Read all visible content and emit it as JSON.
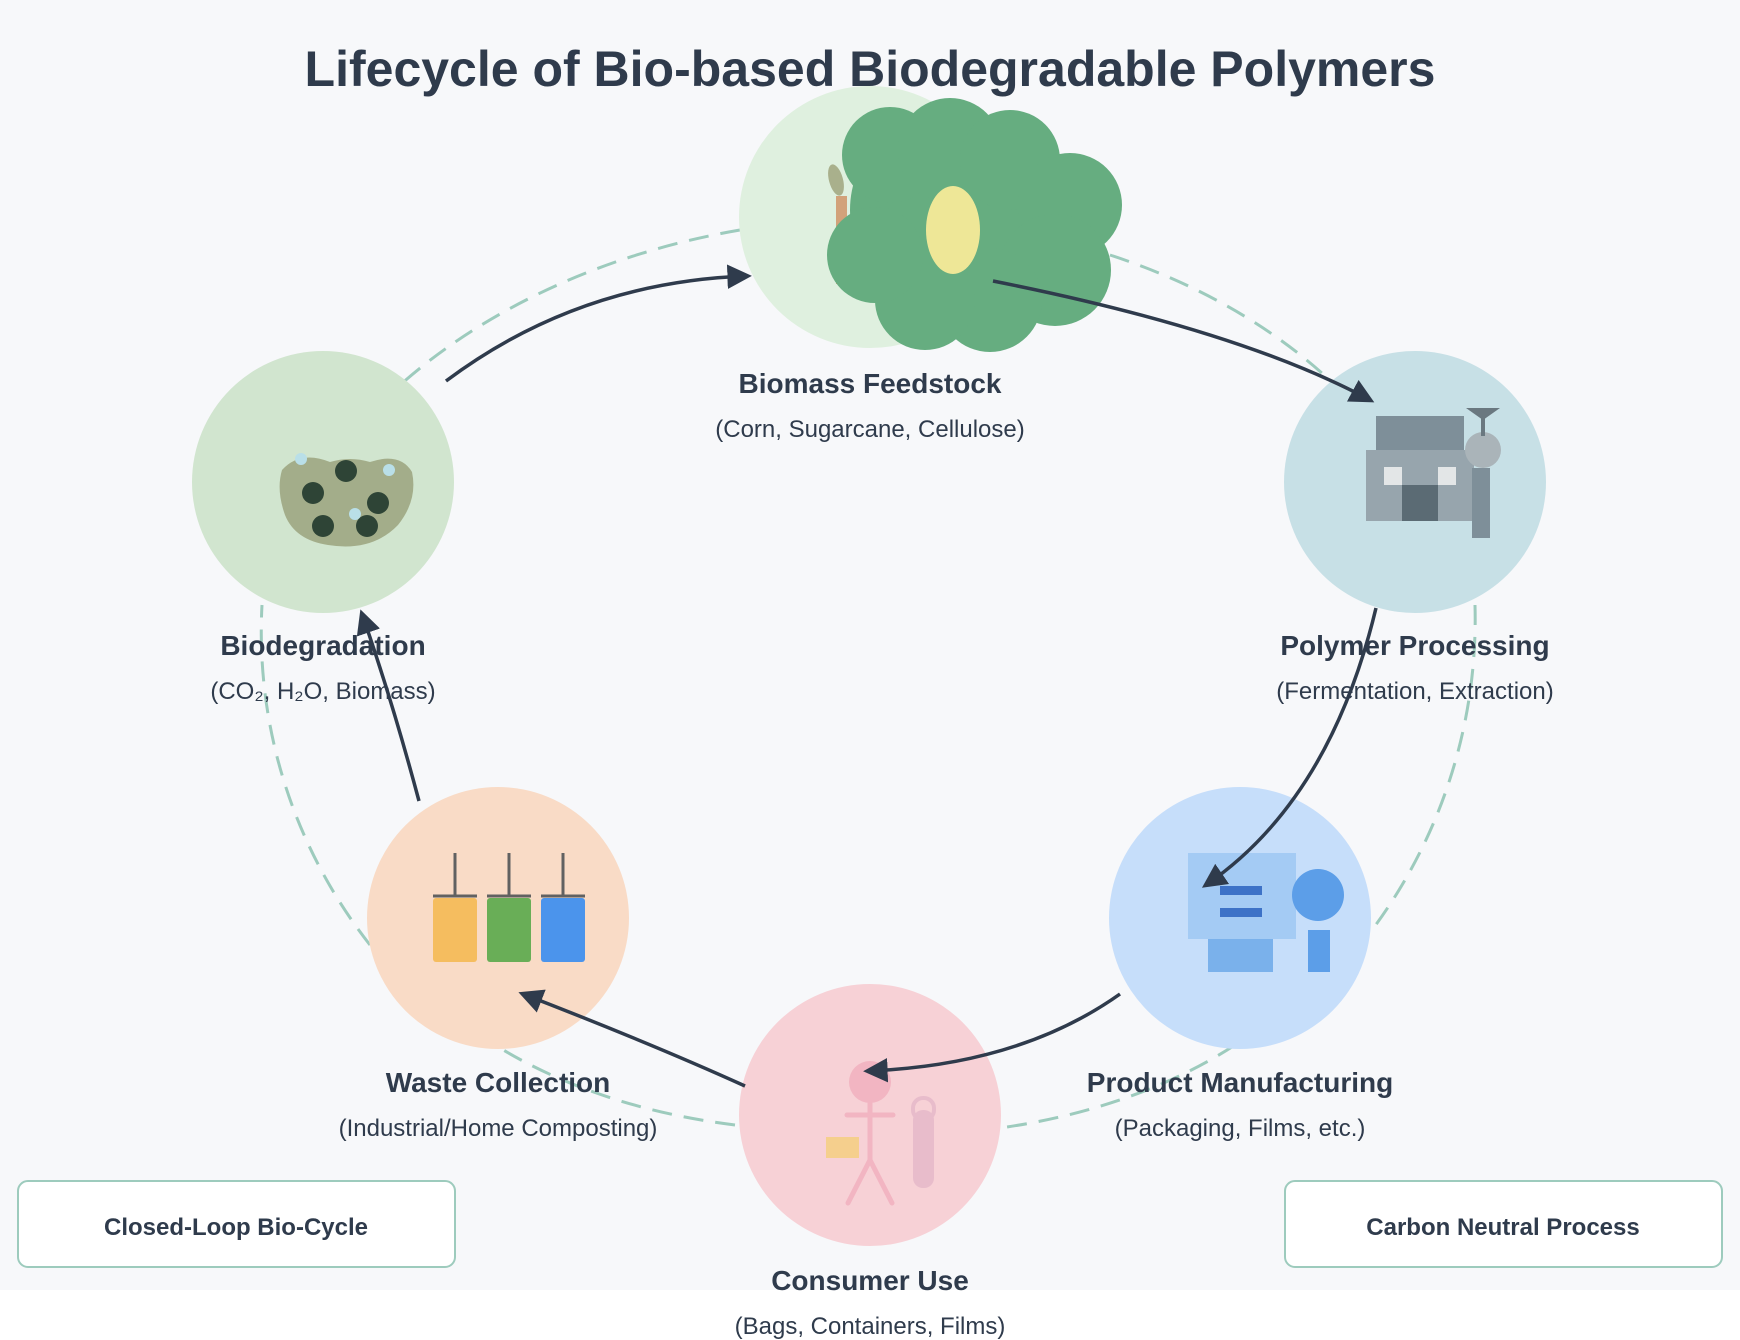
{
  "title": "Lifecycle of Bio-based Biodegradable Polymers",
  "stages": [
    {
      "name": "Biomass Feedstock",
      "sub": "(Corn, Sugarcane, Cellulose)",
      "icon": "plant-icon",
      "color": "#dff0df"
    },
    {
      "name": "Polymer Processing",
      "sub": "(Fermentation, Extraction)",
      "icon": "factory-icon",
      "color": "#c7e0e6"
    },
    {
      "name": "Product Manufacturing",
      "sub": "(Packaging, Films, etc.)",
      "icon": "manufacturing-icon",
      "color": "#c6defa"
    },
    {
      "name": "Consumer Use",
      "sub": "(Bags, Containers, Films)",
      "icon": "consumer-icon",
      "color": "#f7d1d6"
    },
    {
      "name": "Waste Collection",
      "sub": "(Industrial/Home Composting)",
      "icon": "recycling-bins-icon",
      "color": "#f9dbc6"
    },
    {
      "name": "Biodegradation",
      "sub": "(CO₂, H₂O, Biomass)",
      "icon": "soil-icon",
      "color": "#d1e5cf"
    }
  ],
  "badges": {
    "left": "Closed-Loop Bio-Cycle",
    "right": "Carbon Neutral Process"
  },
  "colors": {
    "background": "#f7f8fa",
    "text": "#2f3b4c",
    "dashed_ring": "#9dcbbd",
    "arrow": "#2f3b4c",
    "badge_border": "#9dcbbd"
  }
}
